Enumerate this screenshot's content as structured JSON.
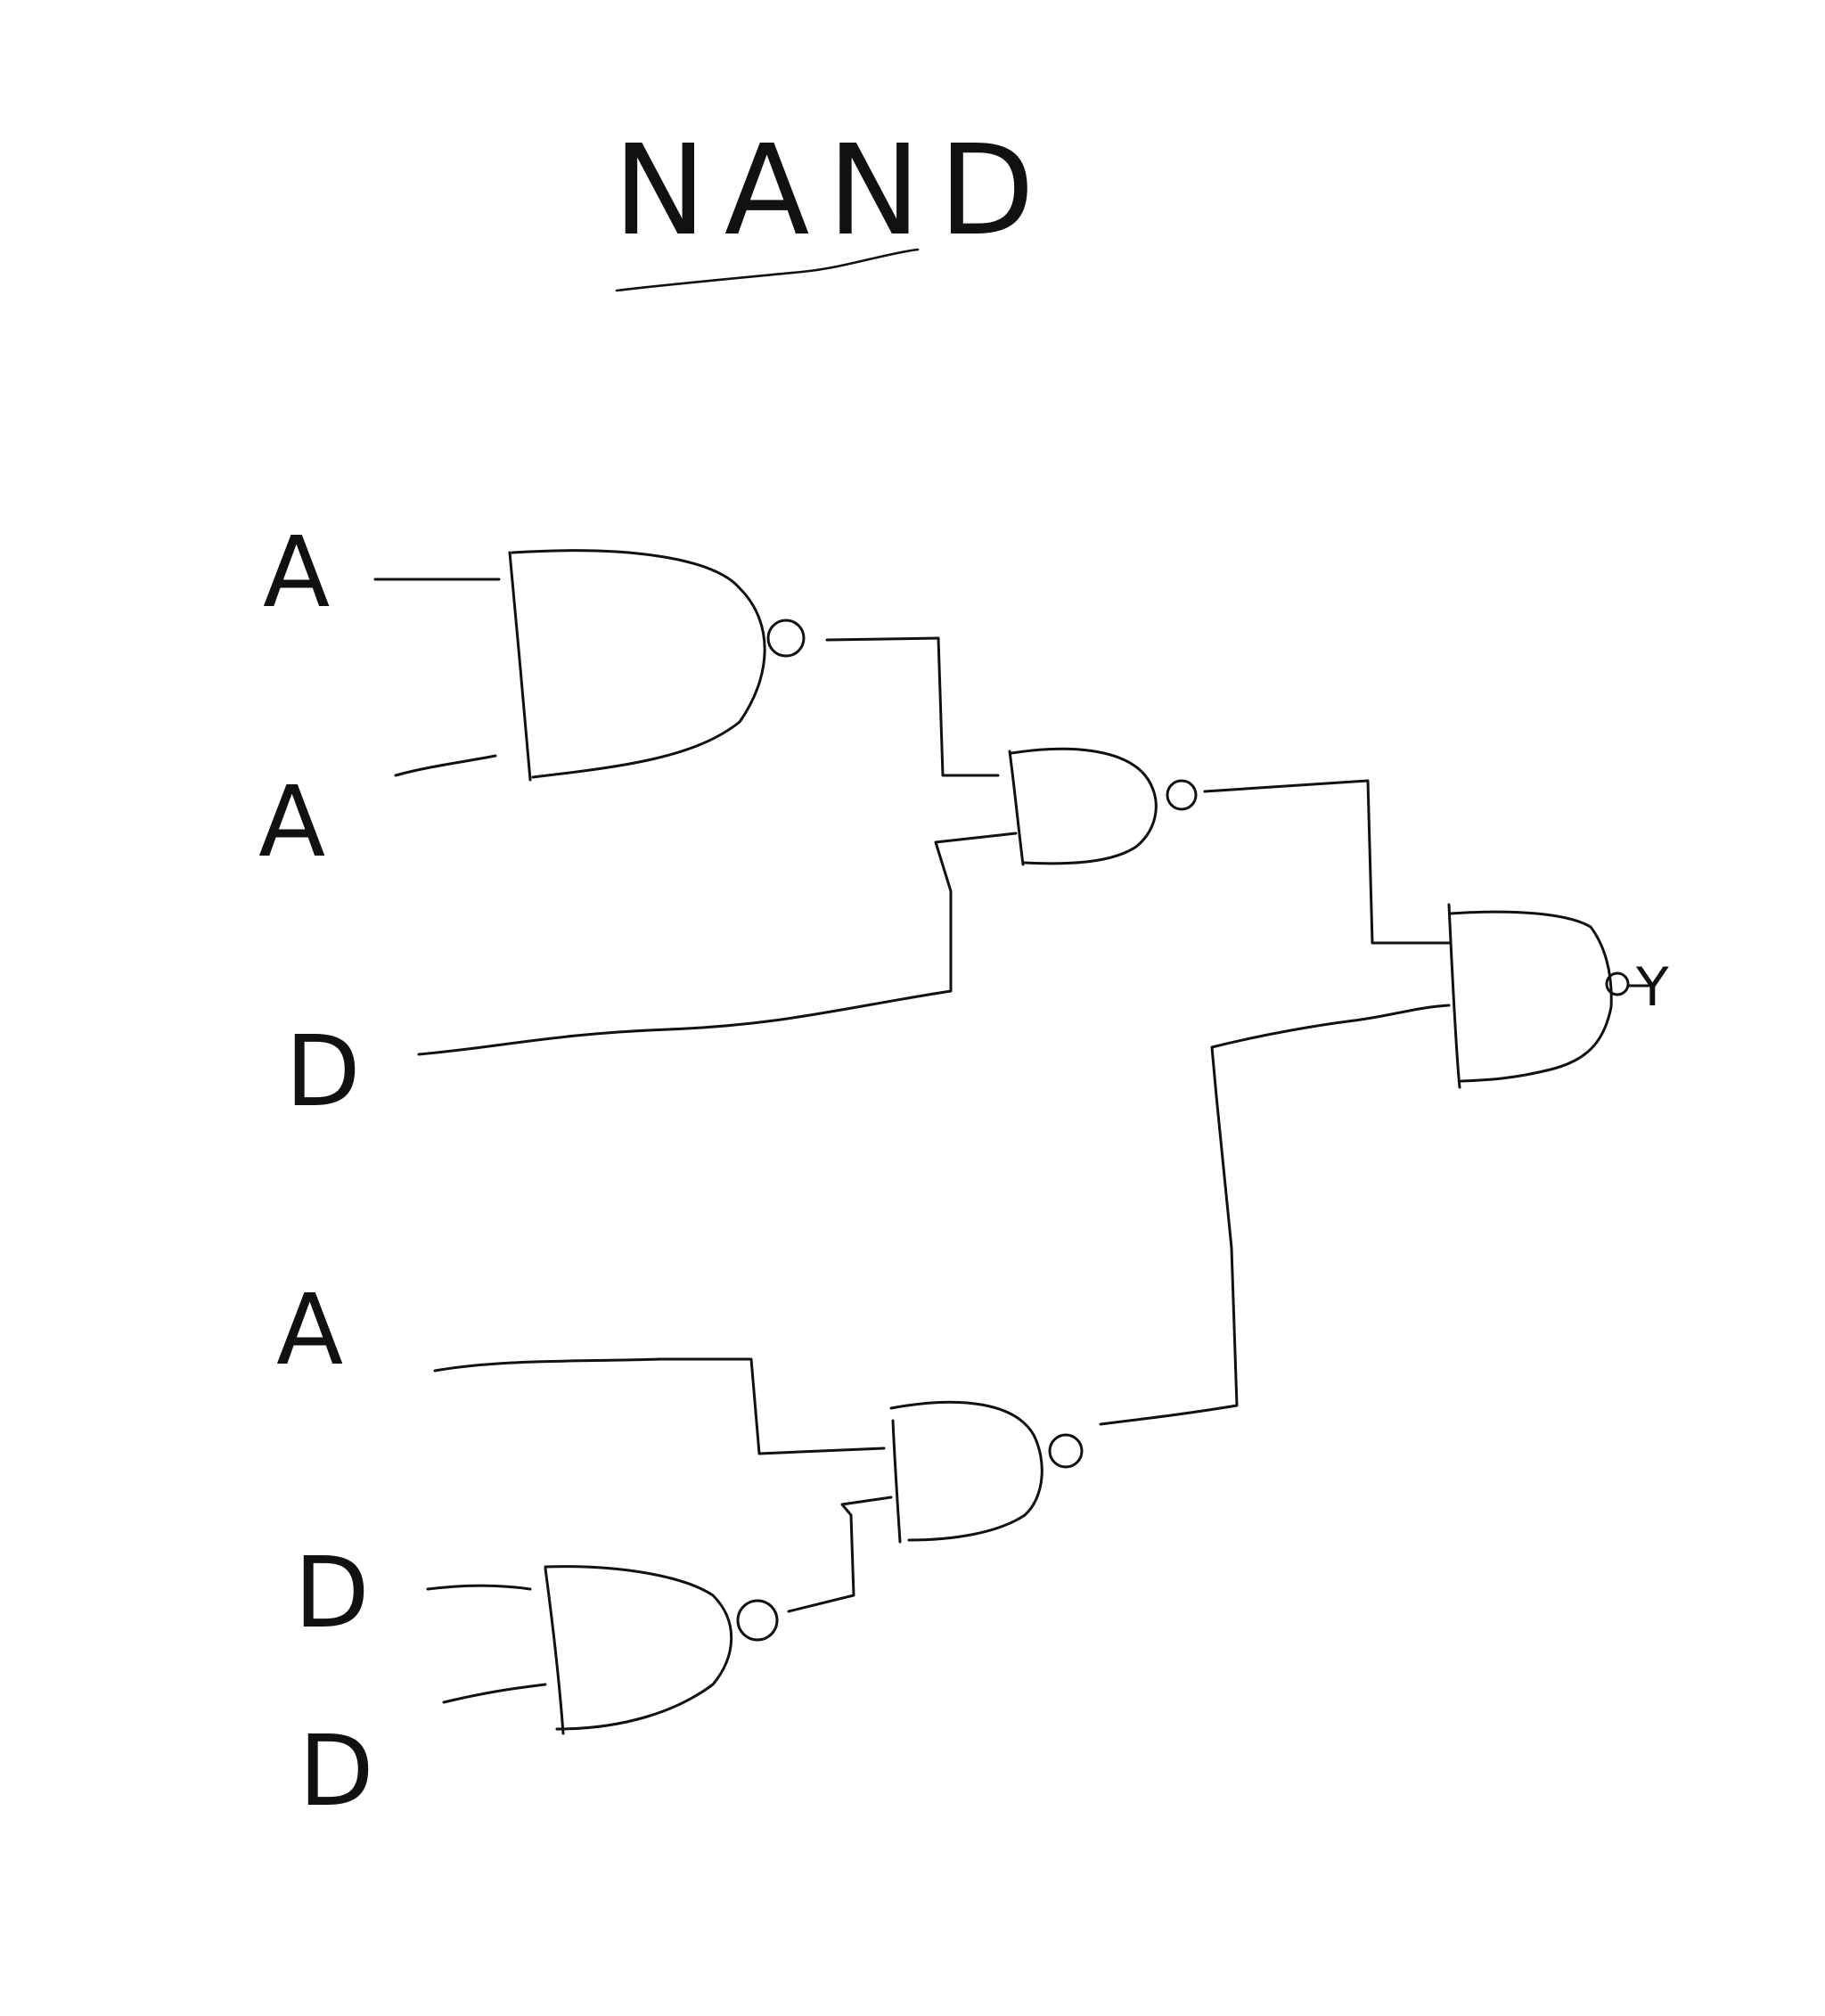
{
  "title": "NAND",
  "inputs": [
    {
      "label": "A"
    },
    {
      "label": "A"
    },
    {
      "label": "D"
    },
    {
      "label": "A"
    },
    {
      "label": "D"
    },
    {
      "label": "D"
    }
  ],
  "output": {
    "label": "Y"
  },
  "gates": [
    {
      "name": "gate-1",
      "type": "NAND"
    },
    {
      "name": "gate-2",
      "type": "NAND"
    },
    {
      "name": "gate-3",
      "type": "NAND"
    },
    {
      "name": "gate-4",
      "type": "NAND"
    },
    {
      "name": "gate-5",
      "type": "NAND"
    }
  ],
  "ink_color": "#111111"
}
